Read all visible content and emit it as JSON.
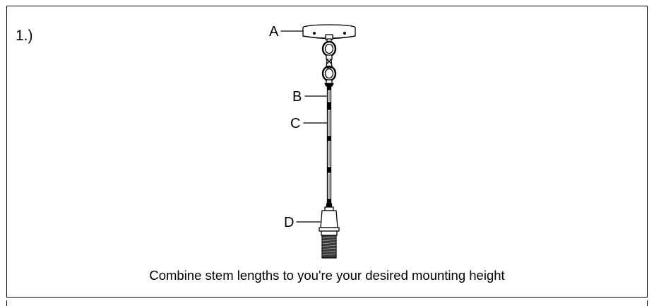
{
  "step": {
    "number": "1.)"
  },
  "callouts": {
    "a": "A",
    "b": "B",
    "c": "C",
    "d": "D"
  },
  "caption": "Combine stem lengths to you're your desired mounting height",
  "colors": {
    "line": "#000000",
    "background": "#ffffff"
  }
}
